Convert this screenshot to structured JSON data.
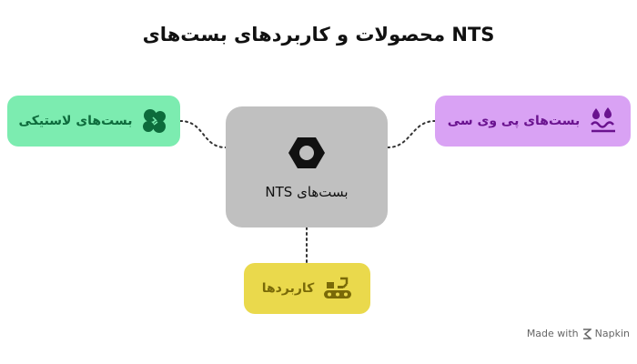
{
  "title": "NTS محصولات و کاربردهای بست‌های",
  "center": {
    "label": "بست‌های NTS",
    "icon": "hex-nut-icon"
  },
  "nodes": {
    "rubber": {
      "label": "بست‌های لاستیکی",
      "icon": "rubber-cluster-icon",
      "color": "#7cecb0",
      "text_color": "#0d6b3c"
    },
    "pvc": {
      "label": "بست‌های پی وی سی",
      "icon": "pvc-drops-icon",
      "color": "#d9a2f4",
      "text_color": "#6a138f"
    },
    "apps": {
      "label": "کاربردها",
      "icon": "conveyor-robot-icon",
      "color": "#ead94c",
      "text_color": "#7a6a08"
    }
  },
  "watermark": {
    "prefix": "Made with",
    "brand": "Napkin"
  }
}
